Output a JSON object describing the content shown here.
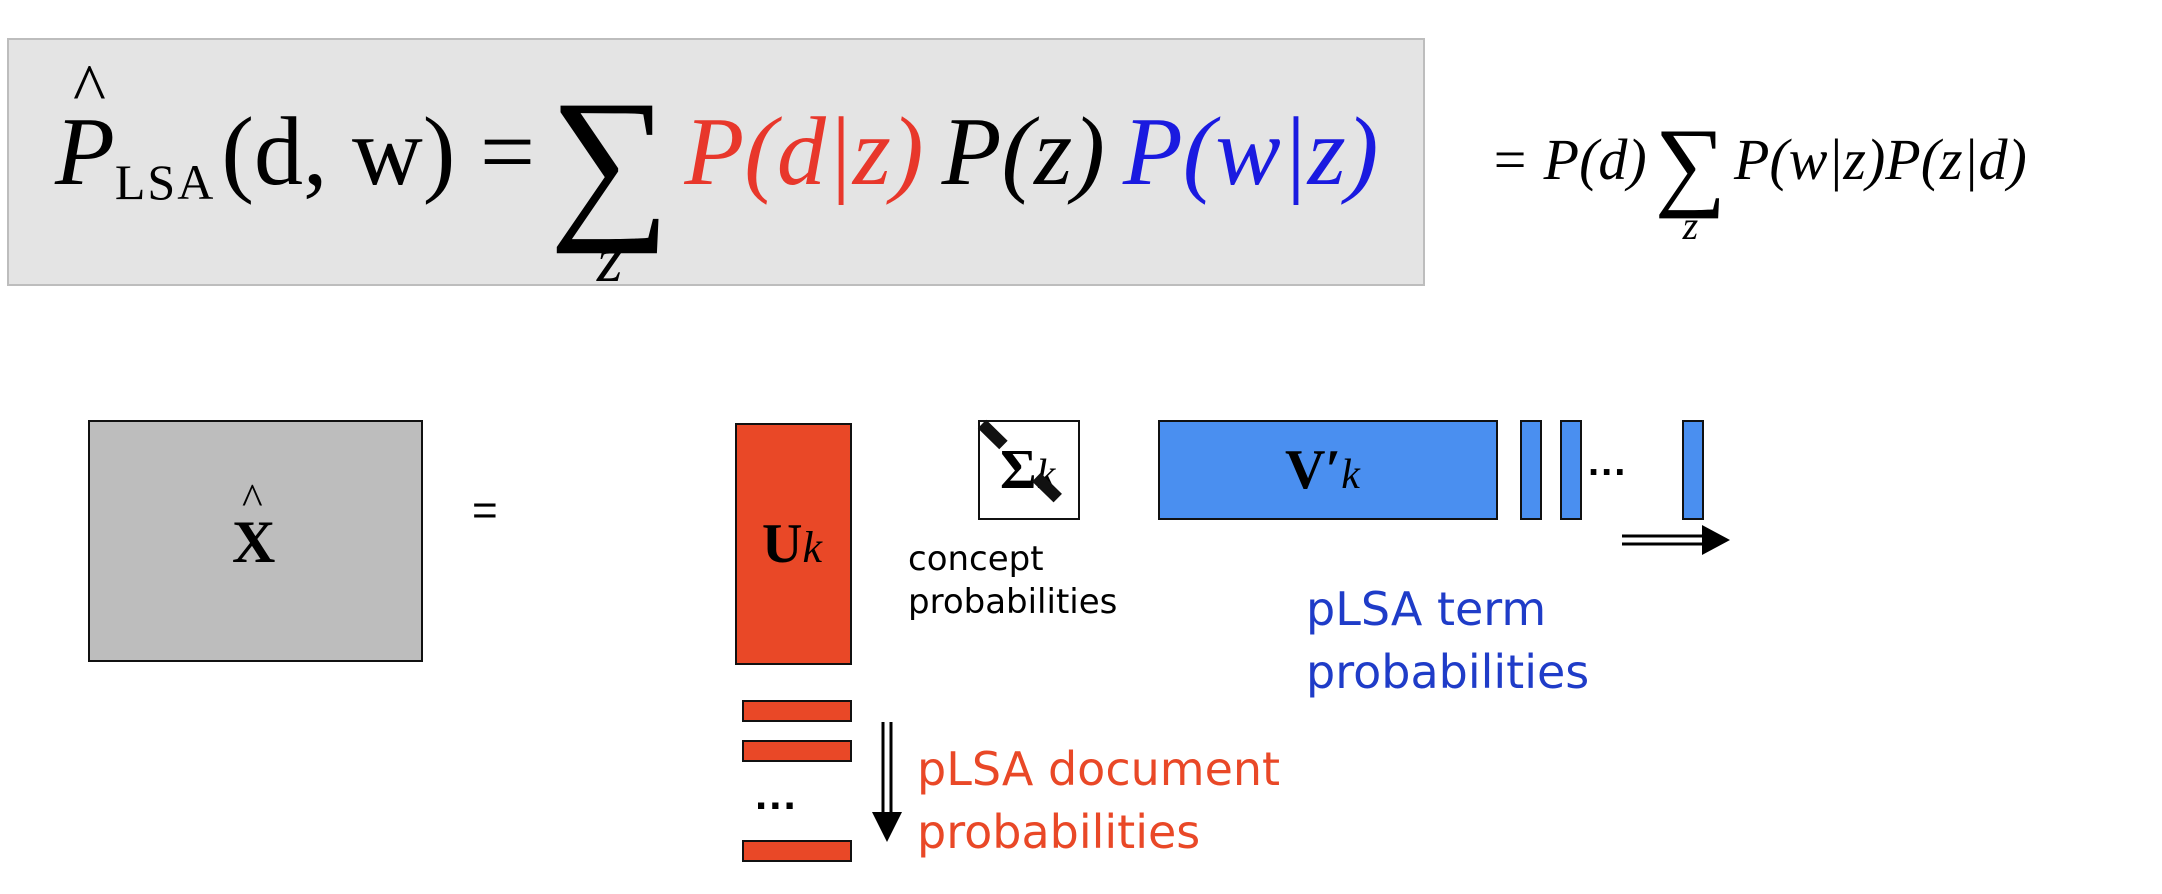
{
  "formula": {
    "P": "P",
    "hat": "^",
    "sub": "LSA",
    "args": "(d, w) =",
    "sigma": "∑",
    "sum_index": "z",
    "term1": "P(d|z)",
    "term2": "P(z)",
    "term3": "P(w|z)",
    "term1_color": "#e8372b",
    "term3_color": "#1a1ae0"
  },
  "side_formula": {
    "prefix": "= P(d)",
    "sigma": "∑",
    "sum_index": "z",
    "suffix": "P(w|z)P(z|d)"
  },
  "diagram": {
    "x_hat_label": "X",
    "x_hat_hat": "^",
    "equals": "=",
    "u_label": "U",
    "u_subscript": "k",
    "sigma_label": "Σ",
    "sigma_subscript": "k",
    "v_label": "V′",
    "v_subscript": "k",
    "u_dots": "...",
    "v_dots": "...",
    "concept_caption_line1": "concept",
    "concept_caption_line2": "probabilities",
    "term_caption_line1": "pLSA term",
    "term_caption_line2": "probabilities",
    "doc_caption_line1": "pLSA document",
    "doc_caption_line2": "probabilities",
    "u_color": "#e94827",
    "v_color": "#4a8ff0",
    "x_color": "#bdbdbd"
  }
}
